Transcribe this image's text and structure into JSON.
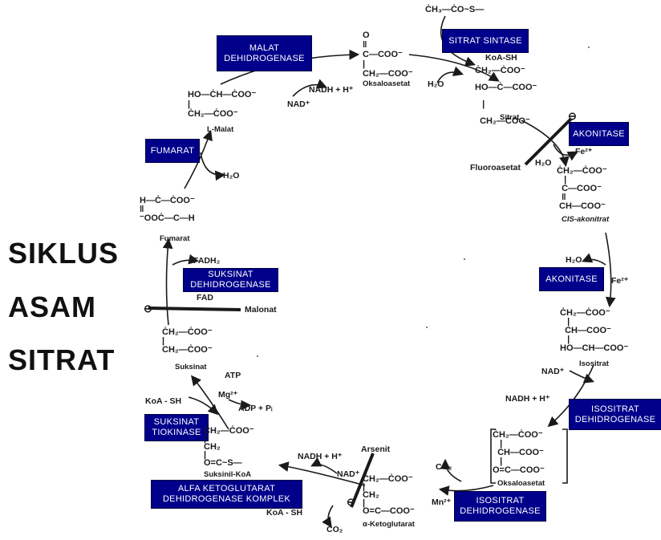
{
  "title": [
    "SIKLUS",
    "ASAM",
    "SITRAT"
  ],
  "enzymes": {
    "malat_dh": "MALAT\nDEHIDROGENASE",
    "sitrat_sintase": "SITRAT SINTASE",
    "akonitase_1": "AKONITASE",
    "fumarat": "FUMARAT",
    "akonitase_2": "AKONITASE",
    "suksinat_dh": "SUKSINAT\nDEHIDROGENASE",
    "isositrat_dh_1": "ISOSITRAT\nDEHIDROGENASE",
    "suksinat_tiokinase": "SUKSINAT\nTIOKINASE",
    "alfa_kg_dh": "ALFA KETOGLUTARAT\nDEHIDROGENASE KOMPLEK",
    "isositrat_dh_2": "ISOSITRAT\nDEHIDROGENASE"
  },
  "compounds": {
    "acetyl_coa": "ĊH₃—ĊO~S—",
    "oksaloasetat_formula": "O\n‖\nC—COO⁻\n|\nCH₂—COO⁻",
    "oksaloasetat_name": "Oksaloasetat",
    "sitrat_formula": "ĊH₂—ĊOO⁻\nHO—Ċ—COO⁻\n   |\n  CH₂—COO⁻",
    "sitrat_name": "Sitrat",
    "cis_akonitat_formula": "ĊH₂—ĊOO⁻\n   |\n  C—COO⁻\n  ‖\n CH—COO⁻",
    "cis_akonitat_name": "CIS-akonitrat",
    "isositrat_formula": "ĊH₂—ĊOO⁻\n   |\n  CH—COO⁻\n   |\nHO—CH—COO⁻",
    "isositrat_name": "Isositrat",
    "oksalosuksinat_formula": "ĊH₂—ĊOO⁻\n   |\n  CH—COO⁻\n   |\nO=C—COO⁻",
    "oksalosuksinat_name": "Oksaloasetat",
    "ketoglutarat_formula": "ĊH₂—ĊOO⁻\n|\nCH₂\n|\nO=C—COO⁻",
    "ketoglutarat_name": "α-Ketoglutarat",
    "suksinil_coa_formula": "ĊH₂—ĊOO⁻\n|\nCH₂\n|\nO=C~S—",
    "suksinil_coa_name": "Suksinil-KoA",
    "suksinat_formula": "ĊH₂—ĊOO⁻\n|\nCH₂—ĊOO⁻",
    "suksinat_name": "Suksinat",
    "fumarat_formula": "H—Ċ—ĊOO⁻\n‖\n⁻OOĊ—C—H",
    "fumarat_name": "Fumarat",
    "malat_formula": "HO—ĊH—ĊOO⁻\n|\nĊH₂—ĊOO⁻",
    "malat_name": "L-Malat"
  },
  "labels": {
    "koa_sh_top": "KoA-SH",
    "h2o_top": "H₂O",
    "nadh_top": "NADH + H⁺",
    "nad_top": "NAD⁺",
    "h2o_fumarat": "H₂O",
    "fe_1": "Fe²⁺",
    "h2o_akon": "H₂O",
    "fluoroasetat": "Fluoroasetat",
    "h2o_akon2": "H₂O",
    "fe_2": "Fe²⁺",
    "fadh2": "FADH₂",
    "fad": "FAD",
    "malonat": "Malonat",
    "nad_iso": "NAD⁺",
    "nadh_iso": "NADH + H⁺",
    "atp": "ATP",
    "mg": "Mg²⁺",
    "adp": "ADP + Pᵢ",
    "koa_sh_left": "KoA - SH",
    "arsenit": "Arsenit",
    "nadh_bottom": "NADH + H⁺",
    "nad_bottom": "NAD⁺",
    "koa_sh_bottom": "KoA - SH",
    "co2_bottom": "CO₂",
    "co2_right": "CO₂",
    "mn": "Mn²⁺",
    "minus": "⊖"
  }
}
